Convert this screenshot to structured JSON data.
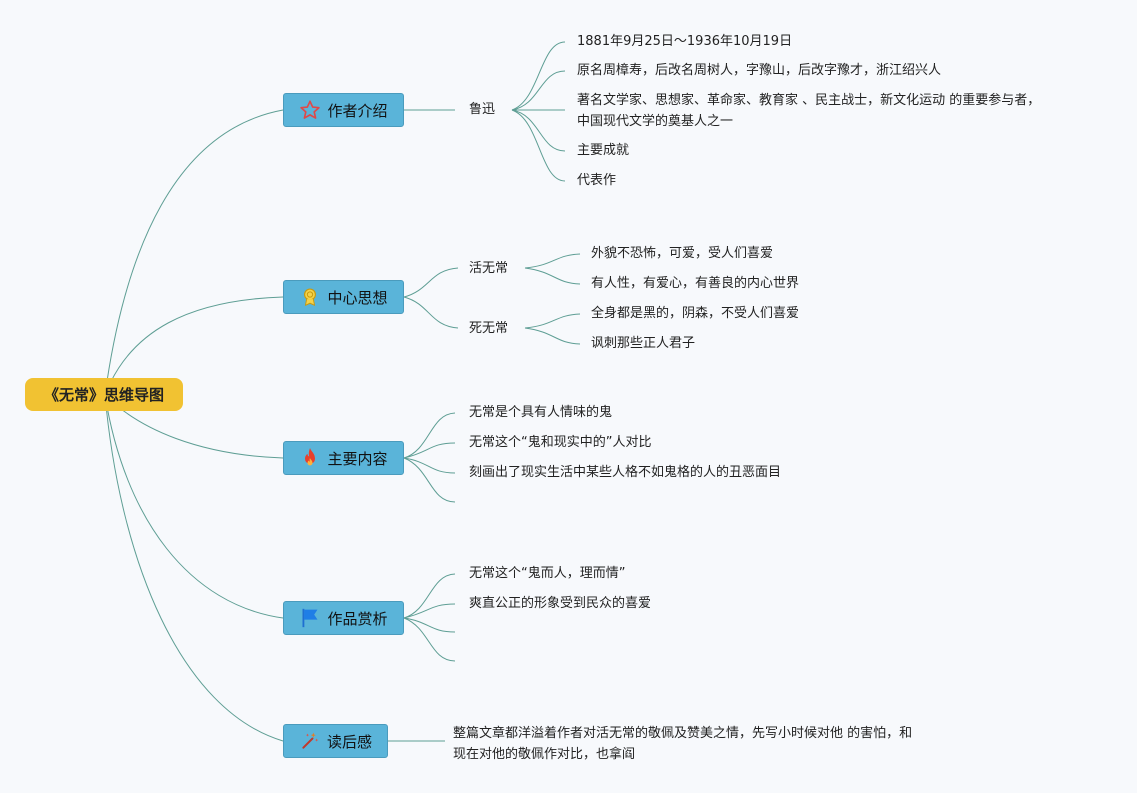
{
  "root": {
    "label": "《无常》思维导图"
  },
  "categories": [
    {
      "label": "作者介绍",
      "icon": "star-outline-icon"
    },
    {
      "label": "中心思想",
      "icon": "award-medal-icon"
    },
    {
      "label": "主要内容",
      "icon": "fire-icon"
    },
    {
      "label": "作品赏析",
      "icon": "flag-icon"
    },
    {
      "label": "读后感",
      "icon": "magic-wand-icon"
    }
  ],
  "author": {
    "name": "鲁迅",
    "items": [
      "1881年9月25日～1936年10月19日",
      "原名周樟寿，后改名周树人，字豫山，后改字豫才，浙江绍兴人",
      "著名文学家、思想家、革命家、教育家 、民主战士，新文化运动 的重要参与者，",
      "中国现代文学的奠基人之一",
      "主要成就",
      "代表作"
    ]
  },
  "theme": {
    "live": {
      "label": "活无常",
      "items": [
        "外貌不恐怖，可爱，受人们喜爱",
        "有人性，有爱心，有善良的内心世界"
      ]
    },
    "dead": {
      "label": "死无常",
      "items": [
        "全身都是黑的，阴森，不受人们喜爱",
        "讽刺那些正人君子"
      ]
    }
  },
  "content": {
    "items": [
      "无常是个具有人情味的鬼",
      "无常这个“鬼和现实中的”人对比",
      "刻画出了现实生活中某些人格不如鬼格的人的丑恶面目"
    ]
  },
  "appreciation": {
    "items": [
      "无常这个“鬼而人，理而情”",
      "爽直公正的形象受到民众的喜爱"
    ]
  },
  "reflection": {
    "line1": "整篇文章都洋溢着作者对活无常的敬佩及赞美之情，先写小时候对他 的害怕，和",
    "line2": "现在对他的敬佩作对比，也拿阎"
  },
  "colors": {
    "root": "#f1c232",
    "category": "#5ab4d9",
    "link": "#5e9e94"
  }
}
